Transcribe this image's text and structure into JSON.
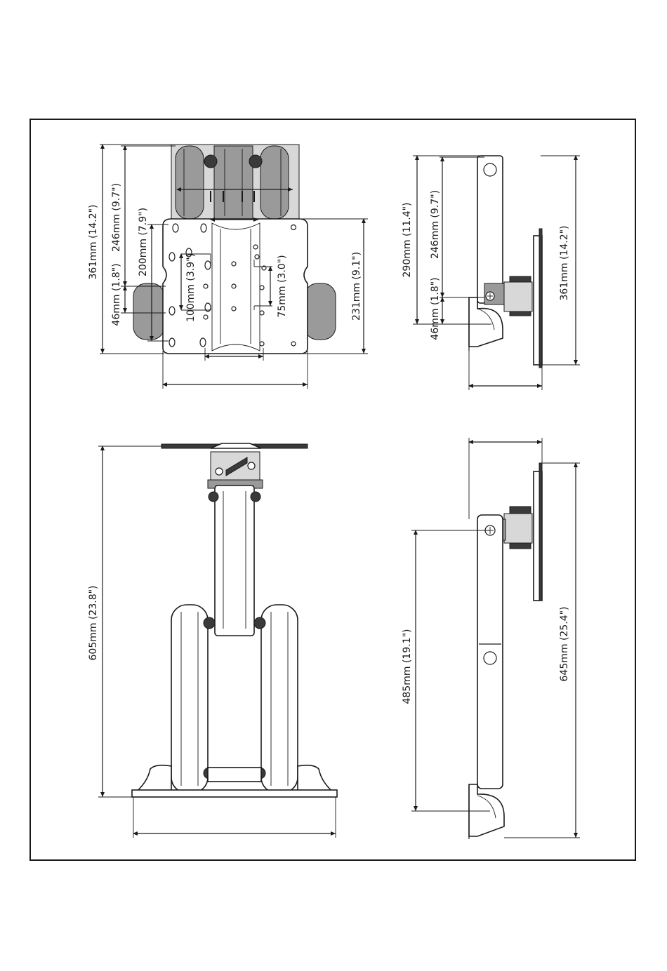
{
  "diagram": {
    "dimensions": {
      "top_left_361": "361mm (14.2\")",
      "top_left_246": "246mm (9.7\")",
      "top_left_200": "200mm (7.9\")",
      "top_left_46": "46mm (1.8\")",
      "top_left_100": "100mm (3.9\")",
      "top_left_75": "75mm (3.0\")",
      "top_left_231": "231mm (9.1\")",
      "top_right_290": "290mm (11.4\")",
      "top_right_246": "246mm (9.7\")",
      "top_right_46": "46mm (1.8\")",
      "top_right_361": "361mm (14.2\")",
      "bottom_left_605": "605mm (23.8\")",
      "bottom_right_485": "485mm (19.1\")",
      "bottom_right_645": "645mm (25.4\")"
    },
    "colors": {
      "line": "#1a1a1a",
      "dark_fill": "#3a3a3a",
      "mid_fill": "#9a9a9a",
      "light_fill": "#d8d8d8"
    }
  }
}
